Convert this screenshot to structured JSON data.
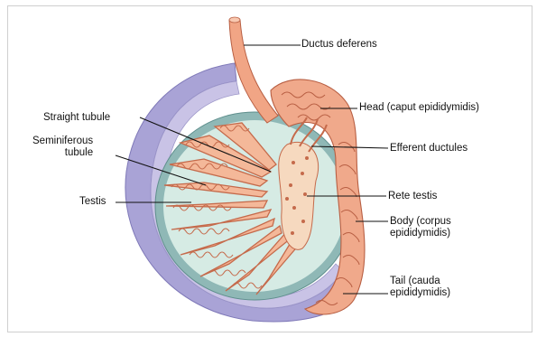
{
  "labels": {
    "ductus_deferens": "Ductus deferens",
    "head": "Head (caput epididymidis)",
    "efferent_ductules": "Efferent ductules",
    "straight_tubule": "Straight tubule",
    "seminiferous_tubule_line1": "Seminiferous",
    "seminiferous_tubule_line2": "tubule",
    "testis": "Testis",
    "rete_testis": "Rete testis",
    "body_line1": "Body (corpus",
    "body_line2": "epididymidis)",
    "tail_line1": "Tail (cauda",
    "tail_line2": "epididymidis)"
  },
  "colors": {
    "tunica_vaginalis": "#a9a3d6",
    "tunica_inner": "#c9c3e6",
    "albuginea": "#8fb8b6",
    "testis_interior": "#d6ebe4",
    "tubule_fill": "#f4b899",
    "tubule_stroke": "#c56a4b",
    "rete": "#f6d9bf",
    "epididymis": "#f0a98b",
    "epididymis_stroke": "#b85f43"
  }
}
